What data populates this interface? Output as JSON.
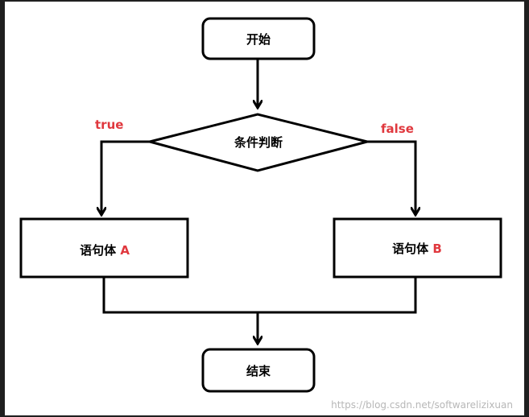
{
  "nodes": {
    "start": "开始",
    "condition": "条件判断",
    "block_a": {
      "text": "语句体",
      "letter": "A"
    },
    "block_b": {
      "text": "语句体",
      "letter": "B"
    },
    "end": "结束"
  },
  "edges": {
    "true_label": "true",
    "false_label": "false"
  },
  "watermark": "https://blog.csdn.net/softwarelizixuan",
  "colors": {
    "stroke": "#000000",
    "label_red": "#e0383e",
    "background": "#ffffff"
  }
}
